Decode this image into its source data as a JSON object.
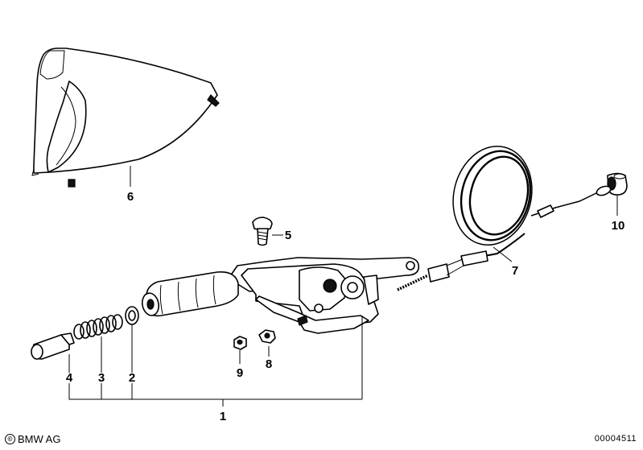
{
  "callouts": {
    "p1": "1",
    "p2": "2",
    "p3": "3",
    "p4": "4",
    "p5": "5",
    "p6": "6",
    "p7": "7",
    "p8": "8",
    "p9": "9",
    "p10": "10"
  },
  "footer": {
    "copyright_symbol": "©",
    "brand": "BMW AG",
    "image_number": "00004511"
  }
}
